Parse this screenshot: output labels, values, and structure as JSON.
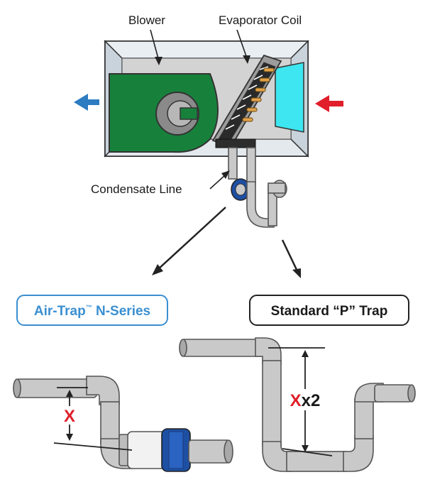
{
  "labels": {
    "blower": "Blower",
    "evaporator_coil": "Evaporator Coil",
    "condensate_line": "Condensate Line"
  },
  "traps": {
    "air_trap_name": "Air-Trap",
    "air_trap_tm": "™",
    "air_trap_series": " N-Series",
    "standard_trap": "Standard “P” Trap"
  },
  "dimensions": {
    "x_label": "X",
    "x2_prefix": "X",
    "x2_suffix": "x2"
  },
  "colors": {
    "air_trap_blue": "#3b8fd1",
    "airflow_out": "#2c7cc1",
    "airflow_in": "#e01f2a",
    "blower_green": "#17813c",
    "coil_cyan": "#3de6f0",
    "dimension_red": "#e01f2a"
  }
}
